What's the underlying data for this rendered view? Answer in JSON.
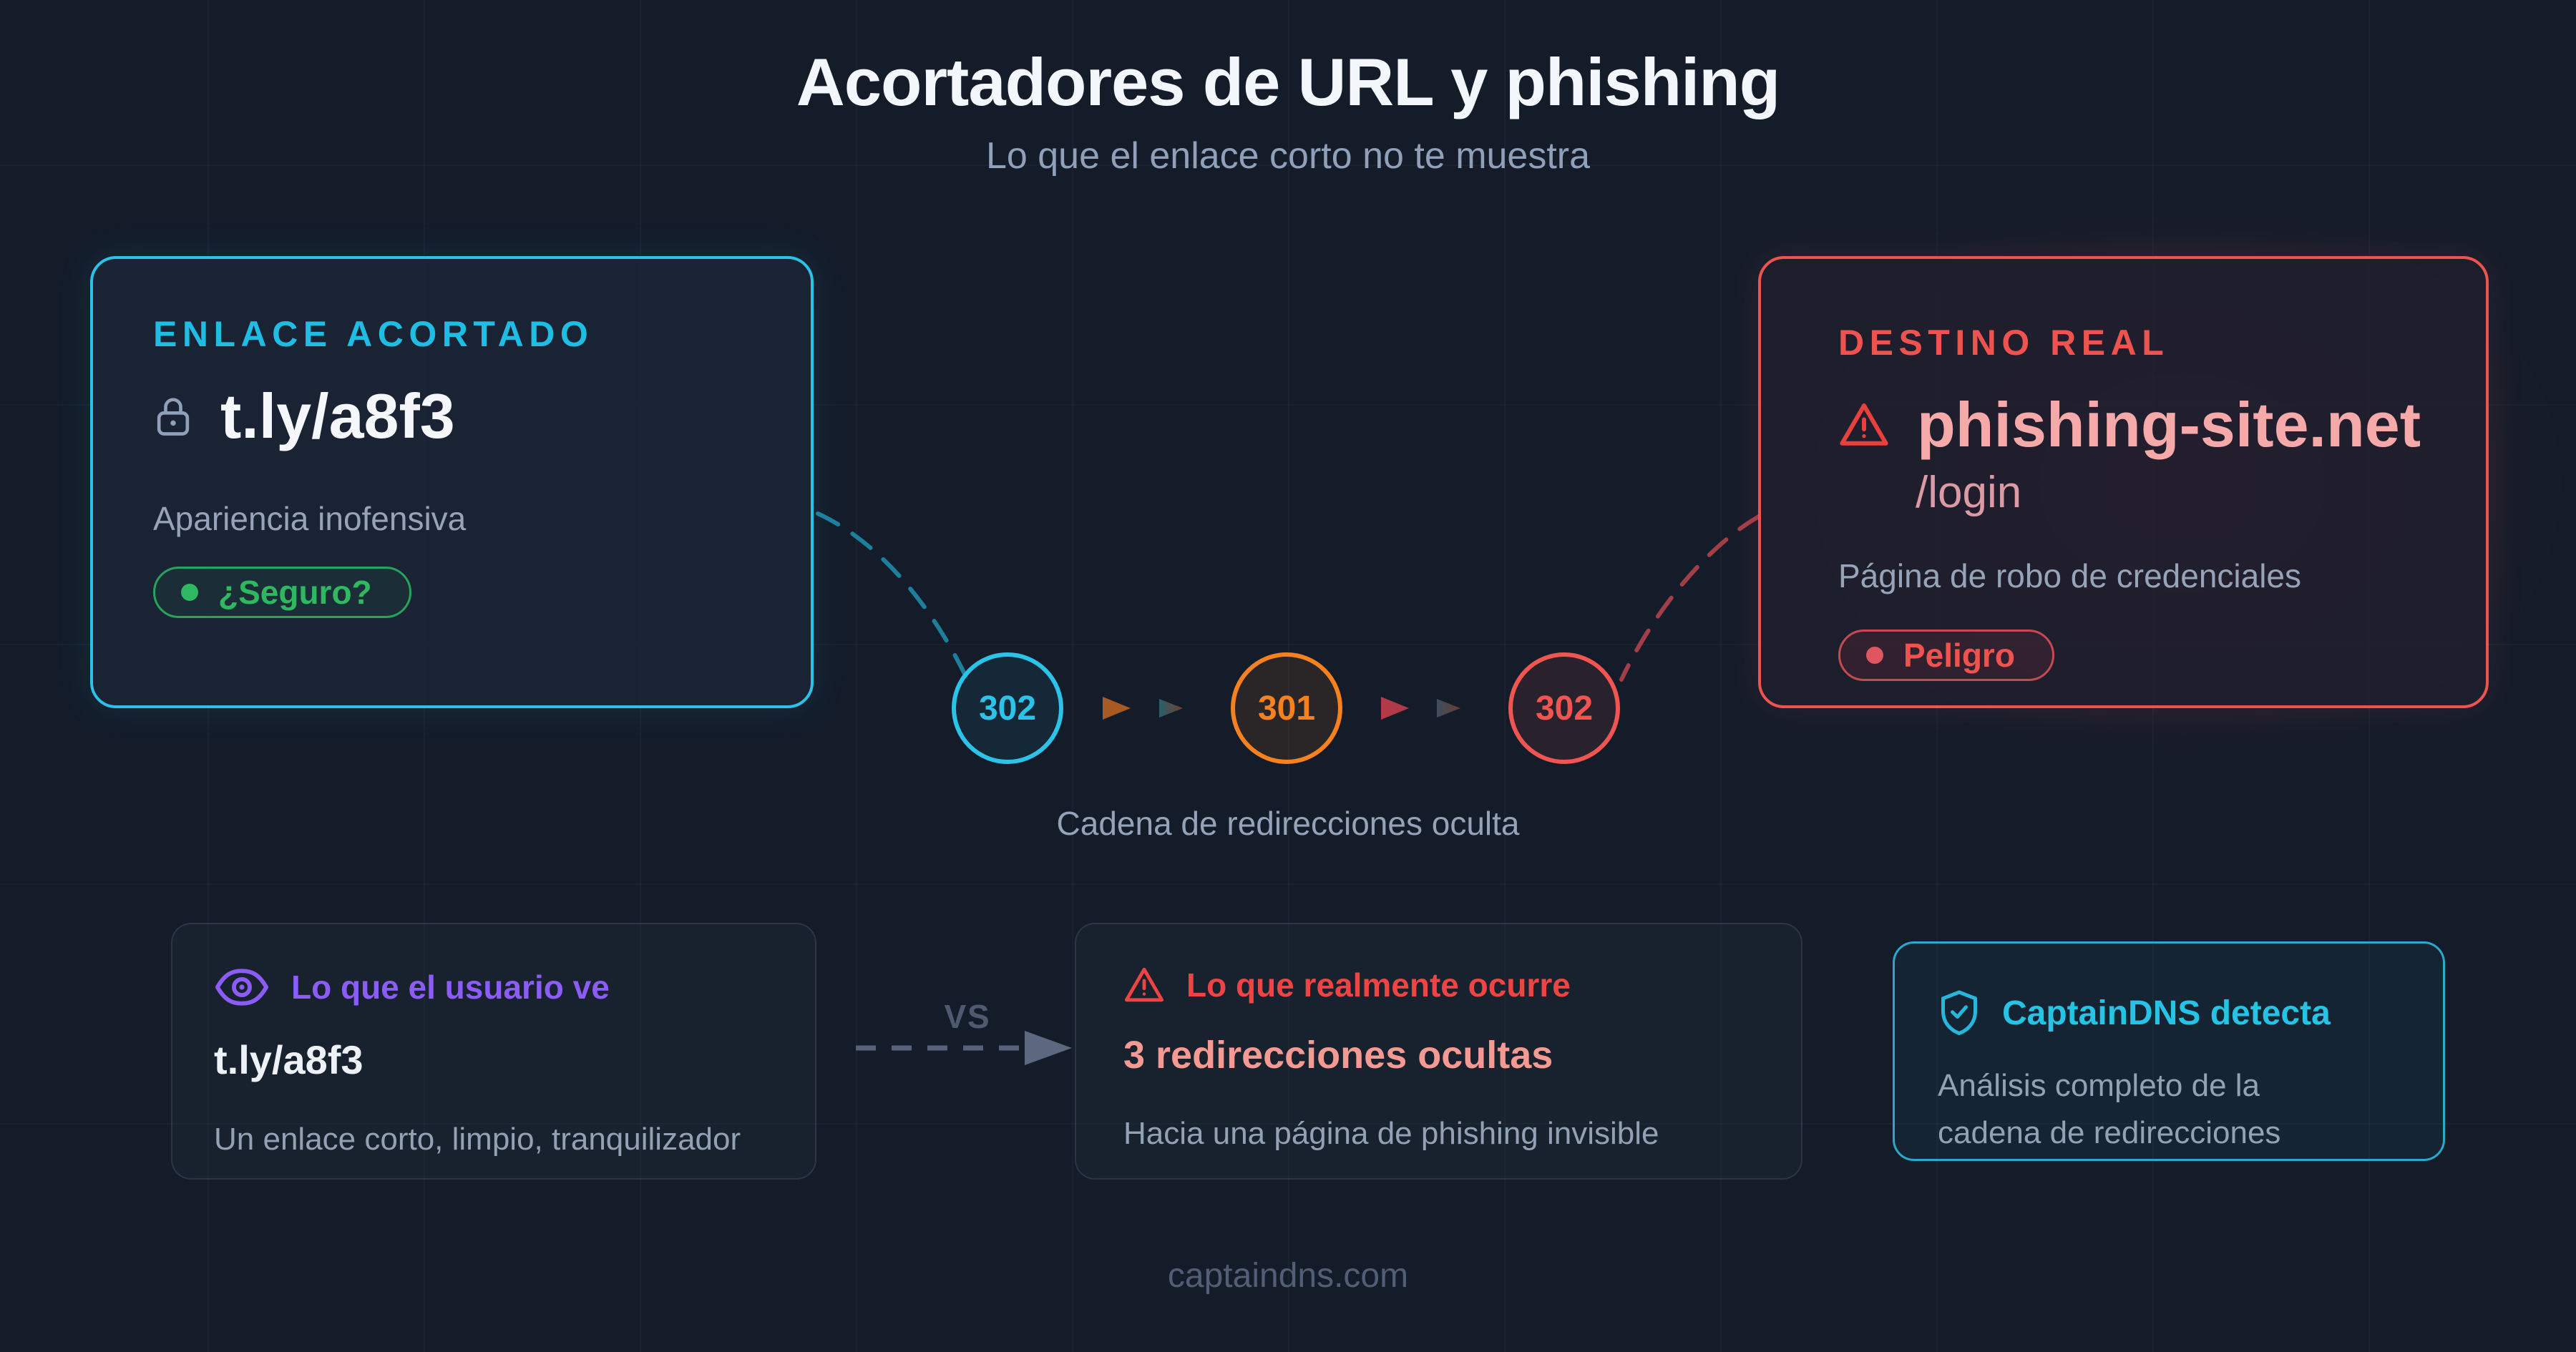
{
  "title": "Acortadores de URL y phishing",
  "subtitle": "Lo que el enlace corto no te muestra",
  "shortened_card": {
    "label": "ENLACE ACORTADO",
    "url": "t.ly/a8f3",
    "description": "Apariencia inofensiva",
    "badge": "¿Seguro?"
  },
  "destination_card": {
    "label": "DESTINO REAL",
    "domain": "phishing-site.net",
    "path": "/login",
    "description": "Página de robo de credenciales",
    "badge": "Peligro"
  },
  "redirect_chain": {
    "caption": "Cadena de redirecciones oculta",
    "hops": [
      {
        "code": "302",
        "color": "#2cc3e8"
      },
      {
        "code": "301",
        "color": "#f6821f"
      },
      {
        "code": "302",
        "color": "#f05551"
      }
    ]
  },
  "comparison": {
    "vs_label": "VS",
    "user_view": {
      "heading": "Lo que el usuario ve",
      "url": "t.ly/a8f3",
      "description": "Un enlace corto, limpio, tranquilizador"
    },
    "reality": {
      "heading": "Lo que realmente ocurre",
      "highlight": "3 redirecciones ocultas",
      "description": "Hacia una página de phishing invisible"
    },
    "detection": {
      "heading": "CaptainDNS detecta",
      "description": "Análisis completo de la cadena de redirecciones"
    }
  },
  "footer": "captaindns.com",
  "colors": {
    "background": "#141c2a",
    "accent_cyan": "#2cc1e6",
    "accent_red": "#ef5350",
    "accent_orange": "#f6821f",
    "accent_green": "#2eb860",
    "accent_purple": "#8b5cf6",
    "text_muted": "#94a3b8",
    "salmon": "#f5a9a9"
  }
}
